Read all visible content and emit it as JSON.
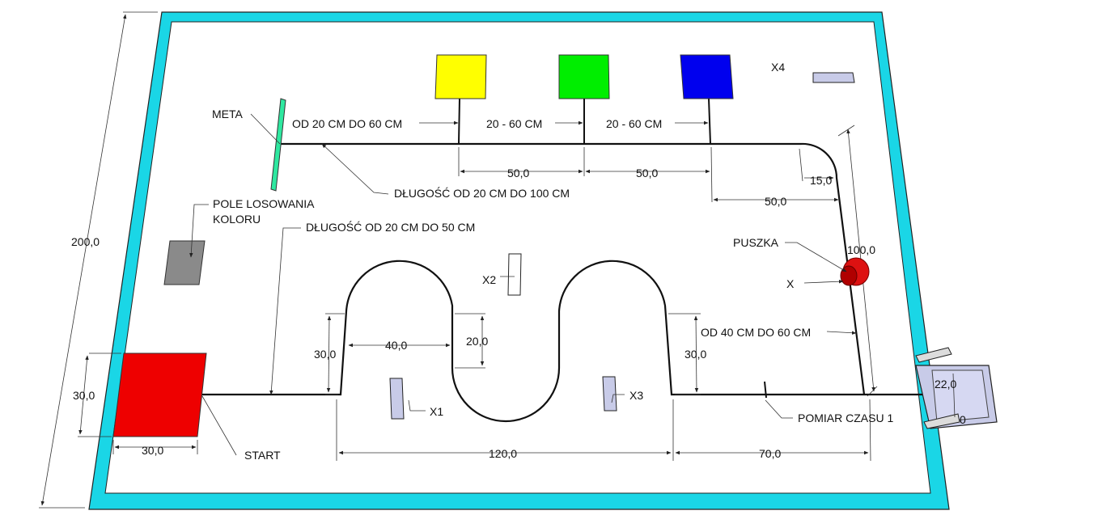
{
  "labels": {
    "meta": "META",
    "from20to60": "OD 20 CM DO 60 CM",
    "range_a": "20 - 60 CM",
    "range_b": "20 - 60 CM",
    "len_20_100": "DŁUGOŚĆ OD 20 CM DO 100 CM",
    "len_20_50": "DŁUGOŚĆ OD 20 CM DO 50 CM",
    "pole_line1": "POLE LOSOWANIA",
    "pole_line2": "KOLORU",
    "puszka": "PUSZKA",
    "x": "X",
    "from40to60": "OD 40 CM DO 60 CM",
    "pomiar": "POMIAR CZASU 1",
    "start": "START",
    "x1": "X1",
    "x2": "X2",
    "x3": "X3",
    "x4": "X4"
  },
  "dimensions": {
    "total_height": "200,0",
    "d_50_a": "50,0",
    "d_50_b": "50,0",
    "d_15": "15,0",
    "d_50_c": "50,0",
    "d_100": "100,0",
    "d_30_start_v": "30,0",
    "d_30_start_h": "30,0",
    "d_30_left": "30,0",
    "d_40": "40,0",
    "d_20": "20,0",
    "d_30_right": "30,0",
    "d_120": "120,0",
    "d_70": "70,0",
    "d_22": "22,0",
    "d_small": "0"
  },
  "colors": {
    "border": "#1ad6e6",
    "start_square": "#ee0000",
    "yellow_square": "#ffff00",
    "green_square": "#00ee00",
    "blue_square": "#0000ee",
    "random_field": "#8a8a8a",
    "finish_bar": "#2ee8a0",
    "can": "#dd1111",
    "obstacle": "#c8cbe8"
  }
}
